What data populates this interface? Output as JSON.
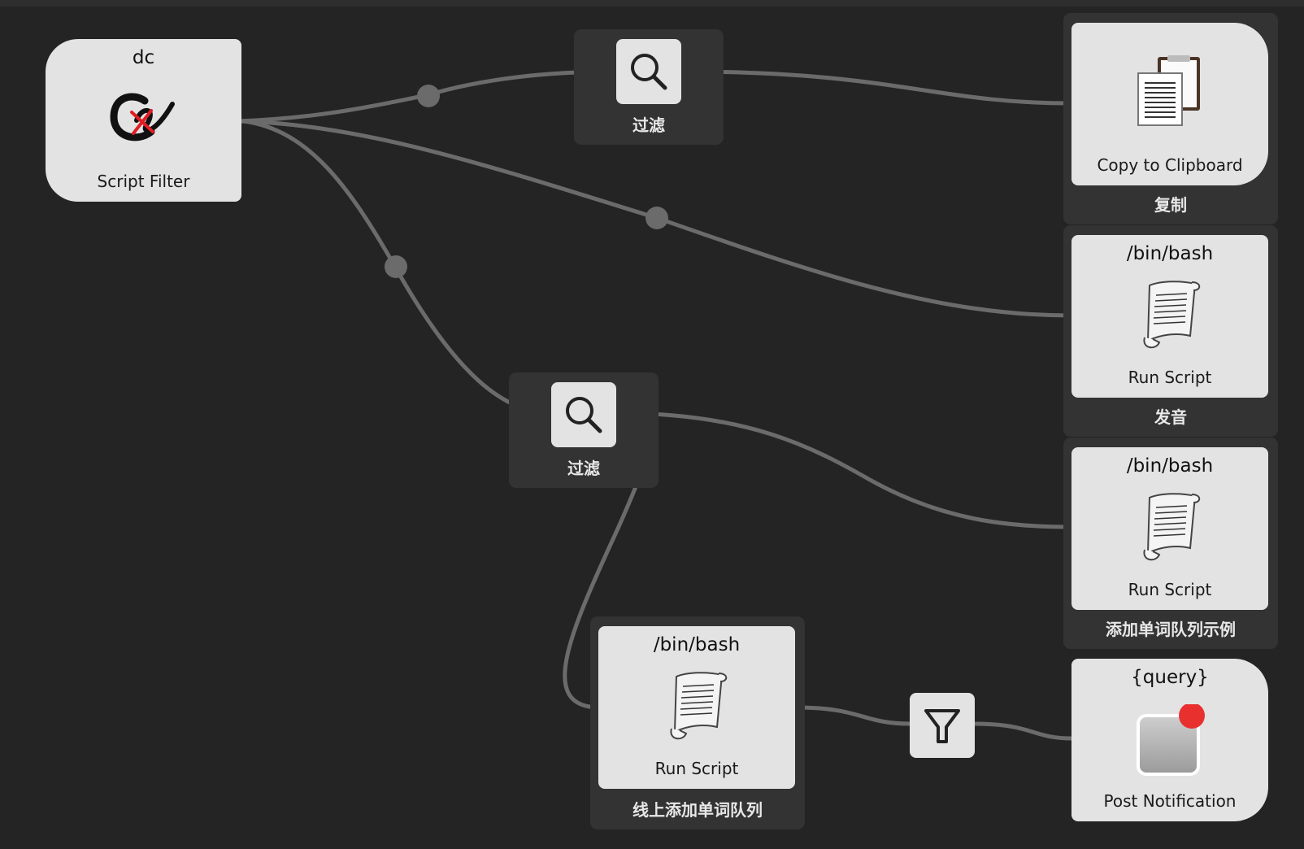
{
  "topbar": {},
  "nodes": {
    "script_filter": {
      "keyword": "dc",
      "type_label": "Script Filter"
    },
    "filter_top": {
      "label": "过滤"
    },
    "filter_mid": {
      "label": "过滤"
    },
    "copy": {
      "type_label": "Copy to Clipboard",
      "caption": "复制"
    },
    "pronounce": {
      "keyword": "/bin/bash",
      "type_label": "Run Script",
      "caption": "发音"
    },
    "add_example": {
      "keyword": "/bin/bash",
      "type_label": "Run Script",
      "caption": "添加单词队列示例"
    },
    "add_online": {
      "keyword": "/bin/bash",
      "type_label": "Run Script",
      "caption": "线上添加单词队列"
    },
    "notify": {
      "keyword": "{query}",
      "type_label": "Post Notification"
    }
  },
  "colors": {
    "background": "#242424",
    "wire": "#6b6b6b",
    "node_card": "#e3e3e3",
    "group": "#333333",
    "notification_badge": "#e8312f",
    "logo_red": "#e01e24"
  },
  "icons": {
    "script_filter": "dict-logo-icon",
    "filter": "search-icon",
    "copy": "clipboard-icon",
    "run_script": "script-scroll-icon",
    "conditional": "funnel-icon",
    "notification": "notification-icon"
  }
}
